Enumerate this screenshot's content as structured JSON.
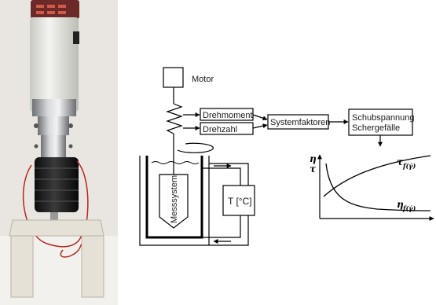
{
  "photo": {
    "description_icon": "rotational-viscometer-photo"
  },
  "diagram": {
    "motor_label": "Motor",
    "torque_label": "Drehmoment",
    "speed_label": "Drehzahl",
    "system_factors_label": "Systemfaktoren",
    "output_line1": "Schubspannung",
    "output_line2": "Schergefälle",
    "measuring_system_label": "Messsystem",
    "temperature_label": "T [°C]"
  },
  "graph": {
    "y_symbol_eta": "η",
    "y_symbol_tau": "τ",
    "curve_tau_main": "τ",
    "curve_tau_sub": "f(γ̇)",
    "curve_eta_main": "η",
    "curve_eta_sub": "f(γ̇)"
  },
  "colors": {
    "line": "#000000",
    "photo_bg": "#e9e6e1"
  }
}
